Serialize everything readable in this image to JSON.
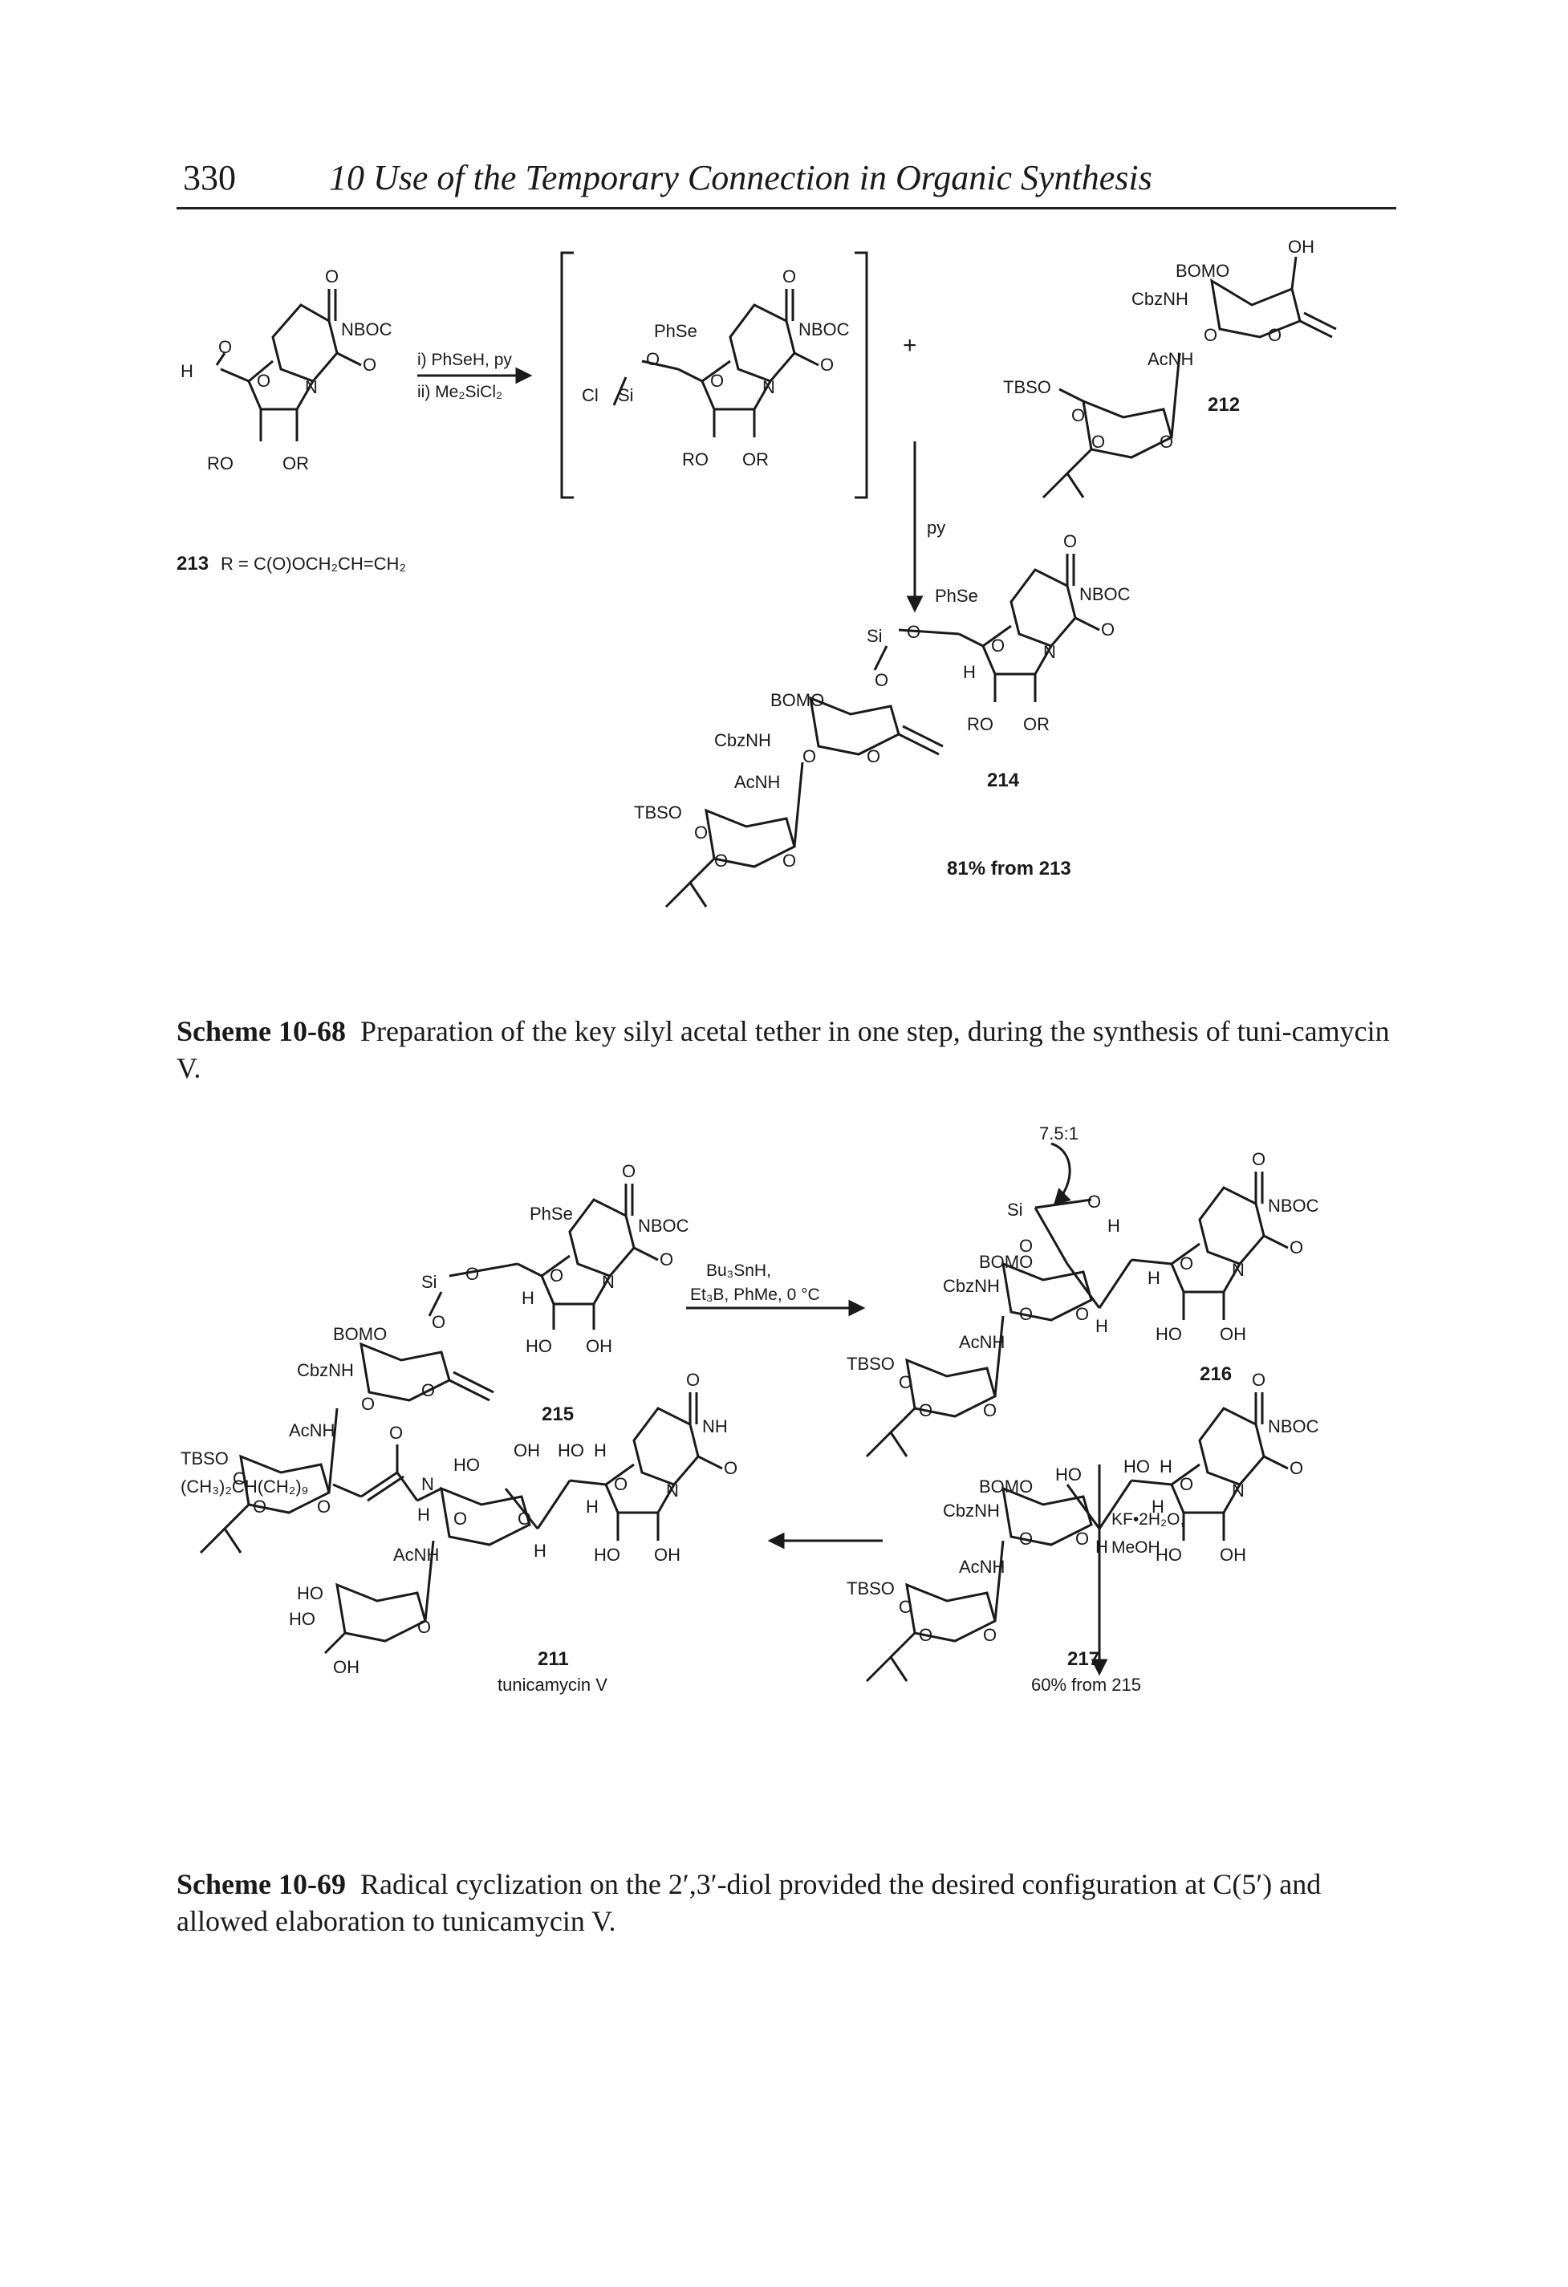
{
  "header": {
    "page_number": "330",
    "running_title": "10 Use of the Temporary Connection in Organic Synthesis"
  },
  "scheme_10_68": {
    "sm": {
      "label": "213",
      "r_def": "R = C(O)OCH₂CH=CH₂",
      "atoms": {
        "o_top": "O",
        "nboc": "NBOC",
        "n": "N",
        "o_right": "O",
        "h": "H",
        "ald_o": "O",
        "ring_o": "O",
        "ro": "RO",
        "or": "OR"
      }
    },
    "reagents": {
      "step1": "i) PhSeH, py",
      "step2": "ii) Me₂SiCl₂"
    },
    "intermediate": {
      "atoms": {
        "o_top": "O",
        "phse": "PhSe",
        "nboc": "NBOC",
        "n": "N",
        "o_right": "O",
        "o_link": "O",
        "cl": "Cl",
        "si": "Si",
        "ring_o": "O",
        "ro": "RO",
        "or": "OR"
      }
    },
    "plus": "+",
    "glycal": {
      "label": "212",
      "atoms": {
        "bomo": "BOMO",
        "oh": "OH",
        "cbznh": "CbzNH",
        "o1": "O",
        "o2": "O",
        "acnh": "AcNH",
        "tbso": "TBSO",
        "o3": "O",
        "o4": "O",
        "o5": "O"
      }
    },
    "arrow_reagent": "py",
    "product": {
      "label": "214",
      "yield": "81% from 213",
      "atoms": {
        "o_top": "O",
        "phse": "PhSe",
        "nboc": "NBOC",
        "n": "N",
        "o_right": "O",
        "si": "Si",
        "o_si": "O",
        "ring_o": "O",
        "h": "H",
        "ro": "RO",
        "or": "OR",
        "o_link": "O",
        "bomo": "BOMO",
        "cbznh": "CbzNH",
        "o1": "O",
        "o2": "O",
        "acnh": "AcNH",
        "tbso": "TBSO",
        "o3": "O",
        "o4": "O",
        "o5": "O"
      }
    },
    "caption_label": "Scheme 10-68",
    "caption_text": "Preparation of the key silyl acetal tether in one step, during the synthesis of tuni-camycin V."
  },
  "scheme_10_69": {
    "sm": {
      "label": "215",
      "atoms": {
        "o_top": "O",
        "phse": "PhSe",
        "nboc": "NBOC",
        "n": "N",
        "o_right": "O",
        "si": "Si",
        "o_si": "O",
        "ring_o": "O",
        "h": "H",
        "ho": "HO",
        "oh": "OH",
        "o_link": "O",
        "bomo": "BOMO",
        "cbznh": "CbzNH",
        "o1": "O",
        "o2": "O",
        "acnh": "AcNH",
        "tbso": "TBSO",
        "o3": "O",
        "o4": "O",
        "o5": "O"
      }
    },
    "reagents": {
      "line1": "Bu₃SnH,",
      "line2": "Et₃B, PhMe, 0 °C"
    },
    "radical_product": {
      "label": "216",
      "ratio": "7.5:1",
      "atoms": {
        "si": "Si",
        "o1": "O",
        "o2": "O",
        "h1": "H",
        "o_top": "O",
        "nboc": "NBOC",
        "n": "N",
        "o_right": "O",
        "ring_o": "O",
        "h2": "H",
        "h3": "H",
        "ho": "HO",
        "oh": "OH",
        "bomo": "BOMO",
        "cbznh": "CbzNH",
        "o3": "O",
        "o4": "O",
        "acnh": "AcNH",
        "tbso": "TBSO",
        "o5": "O",
        "o6": "O",
        "o7": "O"
      }
    },
    "arrow_reagent_1": "KF•2H₂O,",
    "arrow_reagent_2": "MeOH",
    "diol": {
      "label": "217",
      "yield": "60% from 215",
      "atoms": {
        "o_top": "O",
        "nboc": "NBOC",
        "n": "N",
        "o_right": "O",
        "bomo": "BOMO",
        "ho1": "HO",
        "ho2": "HO",
        "h1": "H",
        "ring_o": "O",
        "cbznh": "CbzNH",
        "o1": "O",
        "o2": "O",
        "h2": "H",
        "h3": "H",
        "ho3": "HO",
        "oh": "OH",
        "acnh": "AcNH",
        "tbso": "TBSO",
        "o3": "O",
        "o4": "O",
        "o5": "O"
      }
    },
    "target": {
      "label": "211",
      "name": "tunicamycin V",
      "atoms": {
        "chain": "(CH₃)₂CH(CH₂)₉",
        "o_amide": "O",
        "n": "N",
        "h_n": "H",
        "ho1": "HO",
        "oh1": "OH",
        "ho2": "HO",
        "h1": "H",
        "o_top": "O",
        "nh": "NH",
        "n2": "N",
        "o_right": "O",
        "ring_o": "O",
        "o1": "O",
        "o2": "O",
        "h2": "H",
        "h3": "H",
        "ho3": "HO",
        "oh2": "OH",
        "acnh": "AcNH",
        "ho4": "HO",
        "ho5": "HO",
        "o3": "O",
        "oh3": "OH"
      }
    },
    "caption_label": "Scheme 10-69",
    "caption_text": "Radical cyclization on the 2′,3′-diol provided the desired configuration at C(5′) and allowed elaboration to tunicamycin V."
  }
}
